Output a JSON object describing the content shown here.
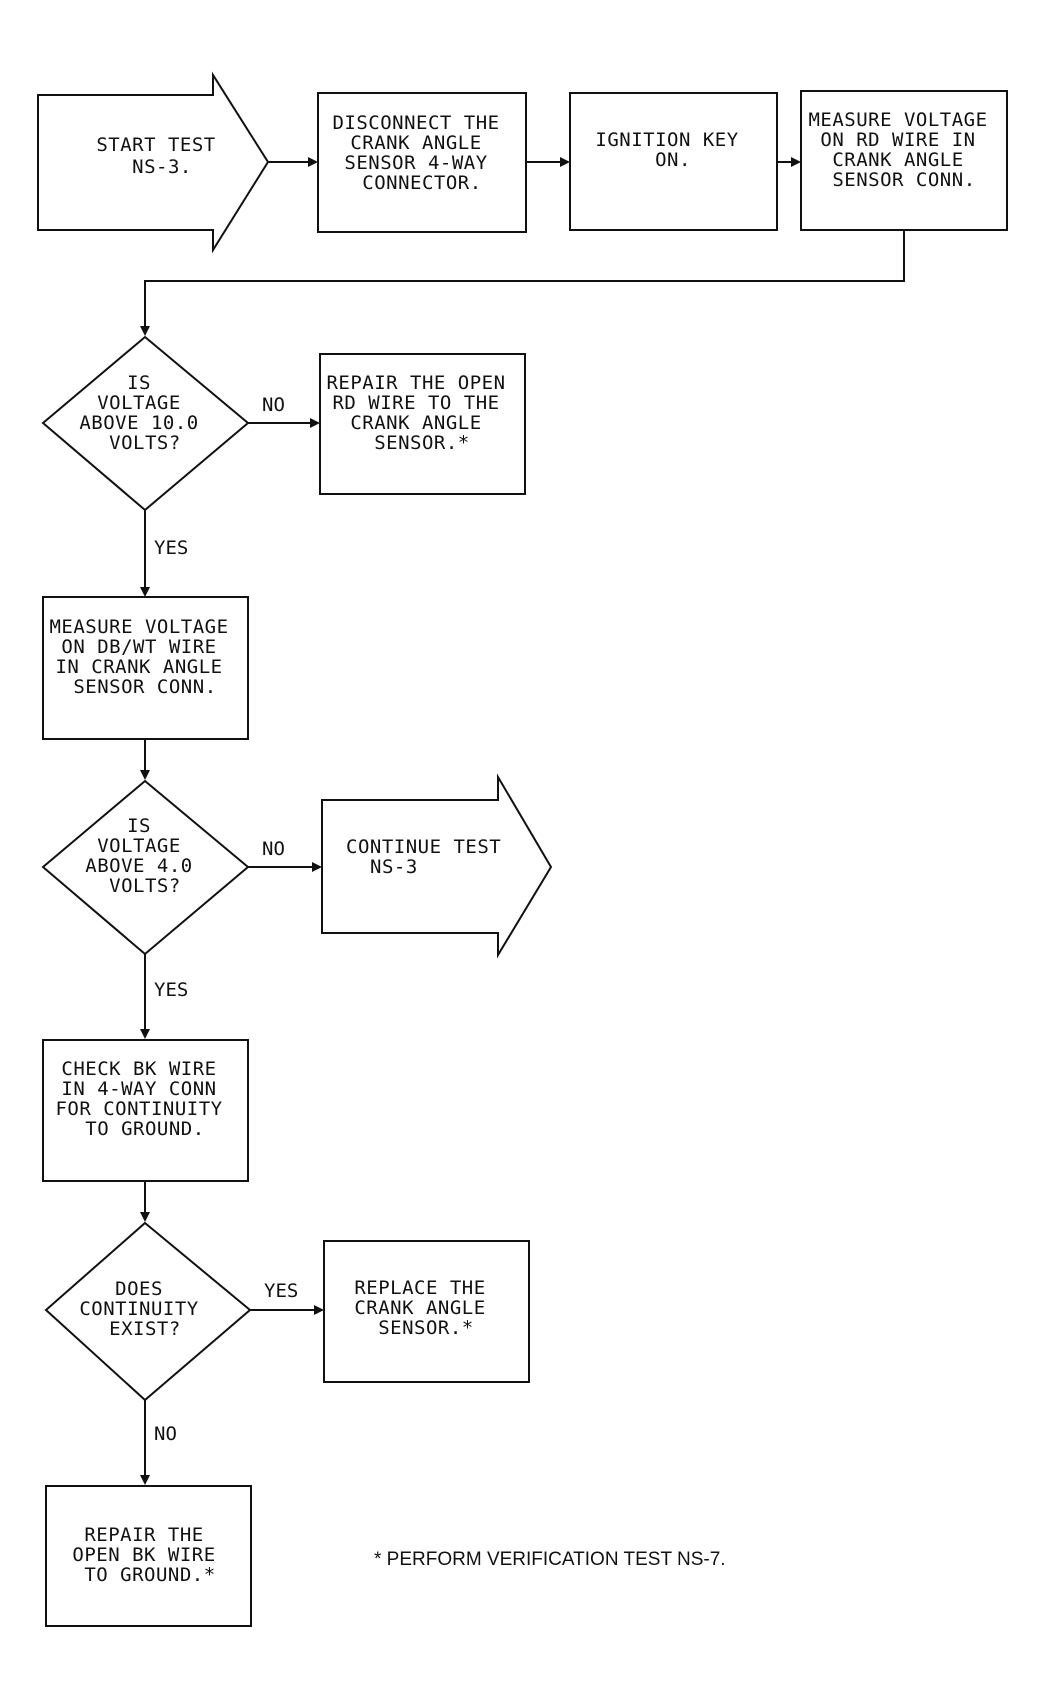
{
  "steps": {
    "start": [
      "START TEST",
      "NS-3."
    ],
    "disconnect": [
      "DISCONNECT THE",
      "CRANK ANGLE",
      "SENSOR 4-WAY",
      "CONNECTOR."
    ],
    "ignition": [
      "IGNITION KEY",
      "ON."
    ],
    "measure_rd": [
      "MEASURE VOLTAGE",
      "ON RD WIRE IN",
      "CRANK ANGLE",
      "SENSOR CONN."
    ],
    "q_voltage_10": [
      "IS",
      "VOLTAGE",
      "ABOVE 10.0",
      "VOLTS?"
    ],
    "repair_rd": [
      "REPAIR THE OPEN",
      "RD WIRE TO THE",
      "CRANK ANGLE",
      "SENSOR.*"
    ],
    "measure_dbwt": [
      "MEASURE VOLTAGE",
      "ON DB/WT WIRE",
      "IN CRANK ANGLE",
      "SENSOR CONN."
    ],
    "q_voltage_4": [
      "IS",
      "VOLTAGE",
      "ABOVE 4.0",
      "VOLTS?"
    ],
    "continue": [
      "CONTINUE TEST",
      "NS-3"
    ],
    "check_bk": [
      "CHECK BK WIRE",
      "IN 4-WAY CONN",
      "FOR CONTINUITY",
      "TO GROUND."
    ],
    "q_continuity": [
      "DOES",
      "CONTINUITY",
      "EXIST?"
    ],
    "replace_sensor": [
      "REPLACE THE",
      "CRANK ANGLE",
      "SENSOR.*"
    ],
    "repair_bk": [
      "REPAIR THE",
      "OPEN BK WIRE",
      "TO GROUND.*"
    ]
  },
  "edge_labels": {
    "q1_no": "NO",
    "q1_yes": "YES",
    "q2_no": "NO",
    "q2_yes": "YES",
    "q3_yes": "YES",
    "q3_no": "NO"
  },
  "footnote": "* PERFORM VERIFICATION TEST NS-7."
}
